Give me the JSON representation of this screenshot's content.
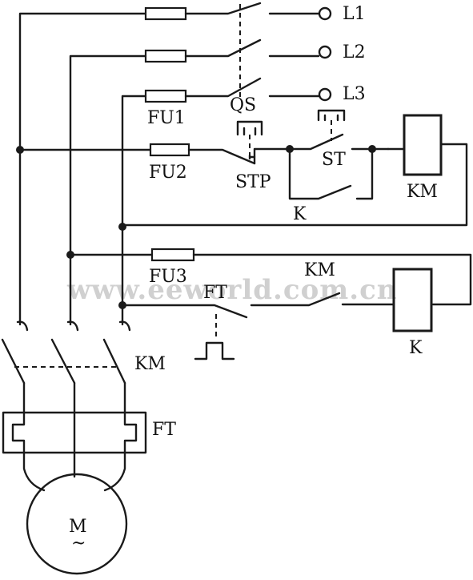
{
  "labels": {
    "L1": "L1",
    "L2": "L2",
    "L3": "L3",
    "FU1": "FU1",
    "FU2": "FU2",
    "FU3": "FU3",
    "QS": "QS",
    "ST": "ST",
    "STP": "STP",
    "KM_coil": "KM",
    "K_contact": "K",
    "KM_contact": "KM",
    "FT_contact": "FT",
    "K_coil": "K",
    "KM_main": "KM",
    "FT_relay": "FT",
    "motor": "M",
    "motor_ac": "~"
  },
  "watermark": "www.eeworld.com.cn"
}
